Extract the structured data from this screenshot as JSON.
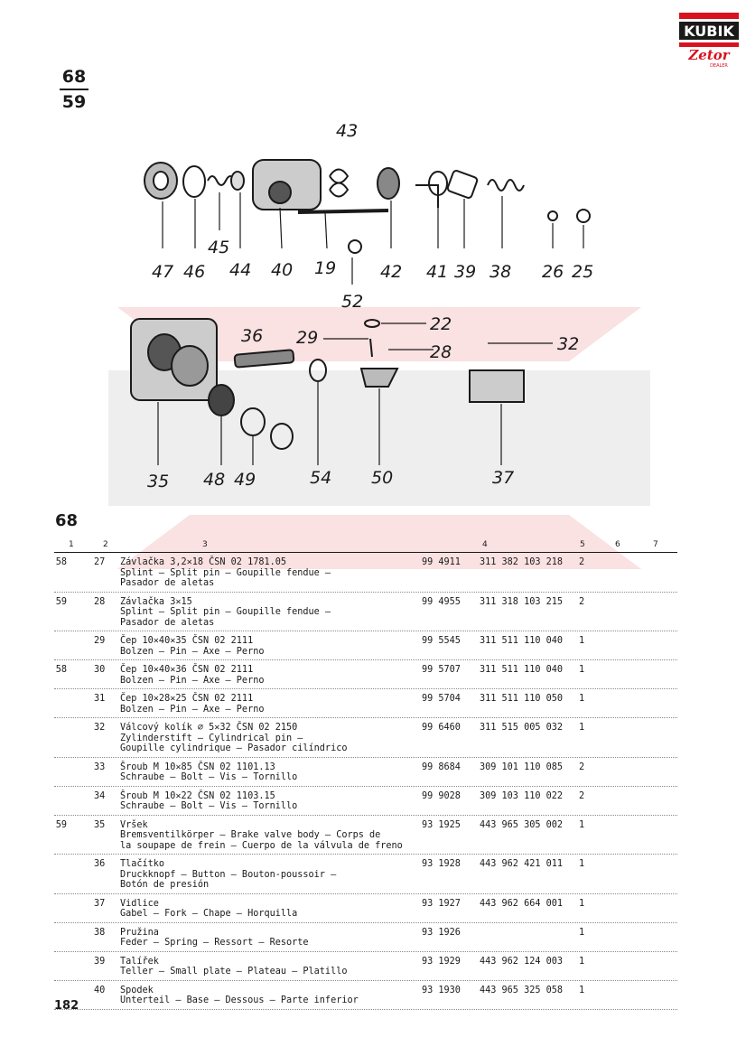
{
  "logo": {
    "top_text": "KUBIK",
    "bottom_text": "Zetor",
    "sub_text": "DEALER",
    "color": "#d8121e"
  },
  "page_ref": {
    "numerator": "68",
    "denominator": "59"
  },
  "diagram": {
    "callouts": [
      "43",
      "47",
      "46",
      "45",
      "44",
      "40",
      "19",
      "42",
      "41",
      "39",
      "38",
      "26",
      "25",
      "52",
      "22",
      "36",
      "29",
      "28",
      "32",
      "35",
      "48",
      "49",
      "54",
      "50",
      "37"
    ]
  },
  "section": "68",
  "table": {
    "headers": [
      "1",
      "2",
      "3",
      "4",
      "5",
      "6",
      "7"
    ],
    "rows": [
      {
        "c1": "58",
        "c2": "27",
        "lines": [
          "Závlačka 3,2✕18 ČSN 02 1781.05",
          "Splint — Split pin — Goupille fendue —",
          "Pasador de aletas"
        ],
        "c4a": "99 4911",
        "c4b": "311 382 103 218",
        "c5": "2"
      },
      {
        "c1": "59",
        "c2": "28",
        "lines": [
          "Závlačka 3✕15",
          "Splint — Split pin — Goupille fendue —",
          "Pasador de aletas"
        ],
        "c4a": "99 4955",
        "c4b": "311 318 103 215",
        "c5": "2"
      },
      {
        "c1": "",
        "c2": "29",
        "lines": [
          "Čep 10✕40✕35 ČSN 02 2111",
          "Bolzen — Pin — Axe — Perno"
        ],
        "c4a": "99 5545",
        "c4b": "311 511 110 040",
        "c5": "1"
      },
      {
        "c1": "58",
        "c2": "30",
        "lines": [
          "Čep 10✕40✕36 ČSN 02 2111",
          "Bolzen — Pin — Axe — Perno"
        ],
        "c4a": "99 5707",
        "c4b": "311 511 110 040",
        "c5": "1"
      },
      {
        "c1": "",
        "c2": "31",
        "lines": [
          "Čep 10✕28✕25 ČSN 02 2111",
          "Bolzen — Pin — Axe — Perno"
        ],
        "c4a": "99 5704",
        "c4b": "311 511 110 050",
        "c5": "1"
      },
      {
        "c1": "",
        "c2": "32",
        "lines": [
          "Válcový kolík ⌀ 5✕32 ČSN 02 2150",
          "Zylinderstift — Cylindrical pin —",
          "Goupille cylindrique — Pasador cilíndrico"
        ],
        "c4a": "99 6460",
        "c4b": "311 515 005 032",
        "c5": "1"
      },
      {
        "c1": "",
        "c2": "33",
        "lines": [
          "Šroub M 10✕85 ČSN 02 1101.13",
          "Schraube — Bolt — Vis — Tornillo"
        ],
        "c4a": "99 8684",
        "c4b": "309 101 110 085",
        "c5": "2"
      },
      {
        "c1": "",
        "c2": "34",
        "lines": [
          "Šroub M 10✕22 ČSN 02 1103.15",
          "Schraube — Bolt — Vis — Tornillo"
        ],
        "c4a": "99 9028",
        "c4b": "309 103 110 022",
        "c5": "2"
      },
      {
        "c1": "59",
        "c2": "35",
        "lines": [
          "Vršek",
          "Bremsventilkörper — Brake valve body — Corps de",
          "la soupape de frein — Cuerpo de la válvula de freno"
        ],
        "c4a": "93 1925",
        "c4b": "443 965 305 002",
        "c5": "1"
      },
      {
        "c1": "",
        "c2": "36",
        "lines": [
          "Tlačítko",
          "Druckknopf — Button — Bouton-poussoir —",
          "Botón de presión"
        ],
        "c4a": "93 1928",
        "c4b": "443 962 421 011",
        "c5": "1"
      },
      {
        "c1": "",
        "c2": "37",
        "lines": [
          "Vidlice",
          "Gabel — Fork — Chape — Horquilla"
        ],
        "c4a": "93 1927",
        "c4b": "443 962 664 001",
        "c5": "1"
      },
      {
        "c1": "",
        "c2": "38",
        "lines": [
          "Pružina",
          "Feder — Spring — Ressort — Resorte"
        ],
        "c4a": "93 1926",
        "c4b": "",
        "c5": "1"
      },
      {
        "c1": "",
        "c2": "39",
        "lines": [
          "Talířek",
          "Teller — Small plate — Plateau — Platillo"
        ],
        "c4a": "93 1929",
        "c4b": "443 962 124 003",
        "c5": "1"
      },
      {
        "c1": "",
        "c2": "40",
        "lines": [
          "Spodek",
          "Unterteil — Base — Dessous — Parte inferior"
        ],
        "c4a": "93 1930",
        "c4b": "443 965 325 058",
        "c5": "1"
      }
    ]
  },
  "page_number": "182"
}
